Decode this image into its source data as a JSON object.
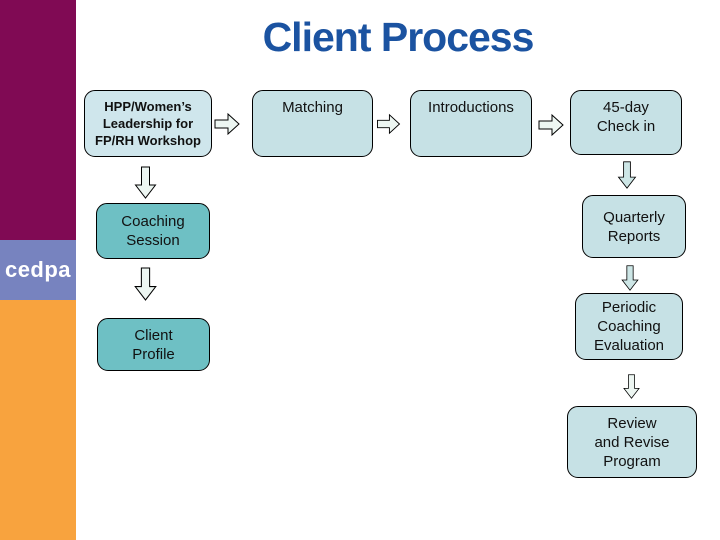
{
  "slide": {
    "title": "Client Process"
  },
  "sidebar": {
    "logo_text": "cedpa"
  },
  "colors": {
    "title_blue": "#1b53a1",
    "sidebar_maroon": "#800a54",
    "sidebar_logo_blue": "#7783bf",
    "sidebar_orange": "#f8a33e",
    "box_light_teal": "#c6e1e5",
    "box_dark_teal": "#6ec0c4",
    "box_first_blue": "#cfe6ec",
    "arrow_light_fill": "#edf6f2",
    "arrow_teal_fill": "#cde6e6",
    "outline": "#000000"
  },
  "flowchart": {
    "boxes": [
      {
        "id": "hpp-workshop",
        "label": "HPP/Women’s\nLeadership for\nFP/RH Workshop"
      },
      {
        "id": "matching",
        "label": "Matching"
      },
      {
        "id": "introductions",
        "label": "Introductions"
      },
      {
        "id": "45-day-check-in",
        "label": "45-day\nCheck in"
      },
      {
        "id": "coaching-session",
        "label": "Coaching\nSession"
      },
      {
        "id": "quarterly-reports",
        "label": "Quarterly\nReports"
      },
      {
        "id": "client-profile",
        "label": "Client\nProfile"
      },
      {
        "id": "periodic-coaching-evaluation",
        "label": "Periodic\nCoaching\nEvaluation"
      },
      {
        "id": "review-revise-program",
        "label": "Review\nand Revise\nProgram"
      }
    ]
  }
}
